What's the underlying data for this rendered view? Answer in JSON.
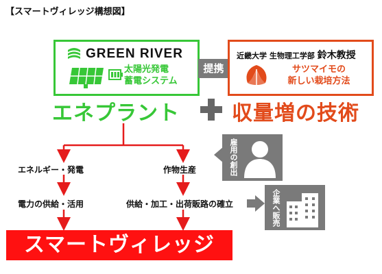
{
  "title": "【スマートヴィレッジ構想図】",
  "green_river": {
    "name": "GREEN RIVER",
    "line1": "太陽光発電",
    "line2": "蓄電システム"
  },
  "partnership": "提携",
  "kindai": {
    "prefix": "近畿大学 生物理工学部",
    "professor": "鈴木教授",
    "line1": "サツマイモの",
    "line2": "新しい栽培方法"
  },
  "eneplant": "エネプラント",
  "harvest": "収量増の技術",
  "nodes": {
    "energy": "エネルギー・発電",
    "electricity": "電力の供給・活用",
    "crop": "作物生産",
    "supply": "供給・加工・出荷販路の確立",
    "employment": "雇用の創出",
    "sales": "企業へ販売"
  },
  "smart_village": "スマートヴィレッジ",
  "colors": {
    "green": "#37c737",
    "orange": "#e24b1b",
    "red": "#ff1111",
    "gray": "#7a7a7a"
  }
}
